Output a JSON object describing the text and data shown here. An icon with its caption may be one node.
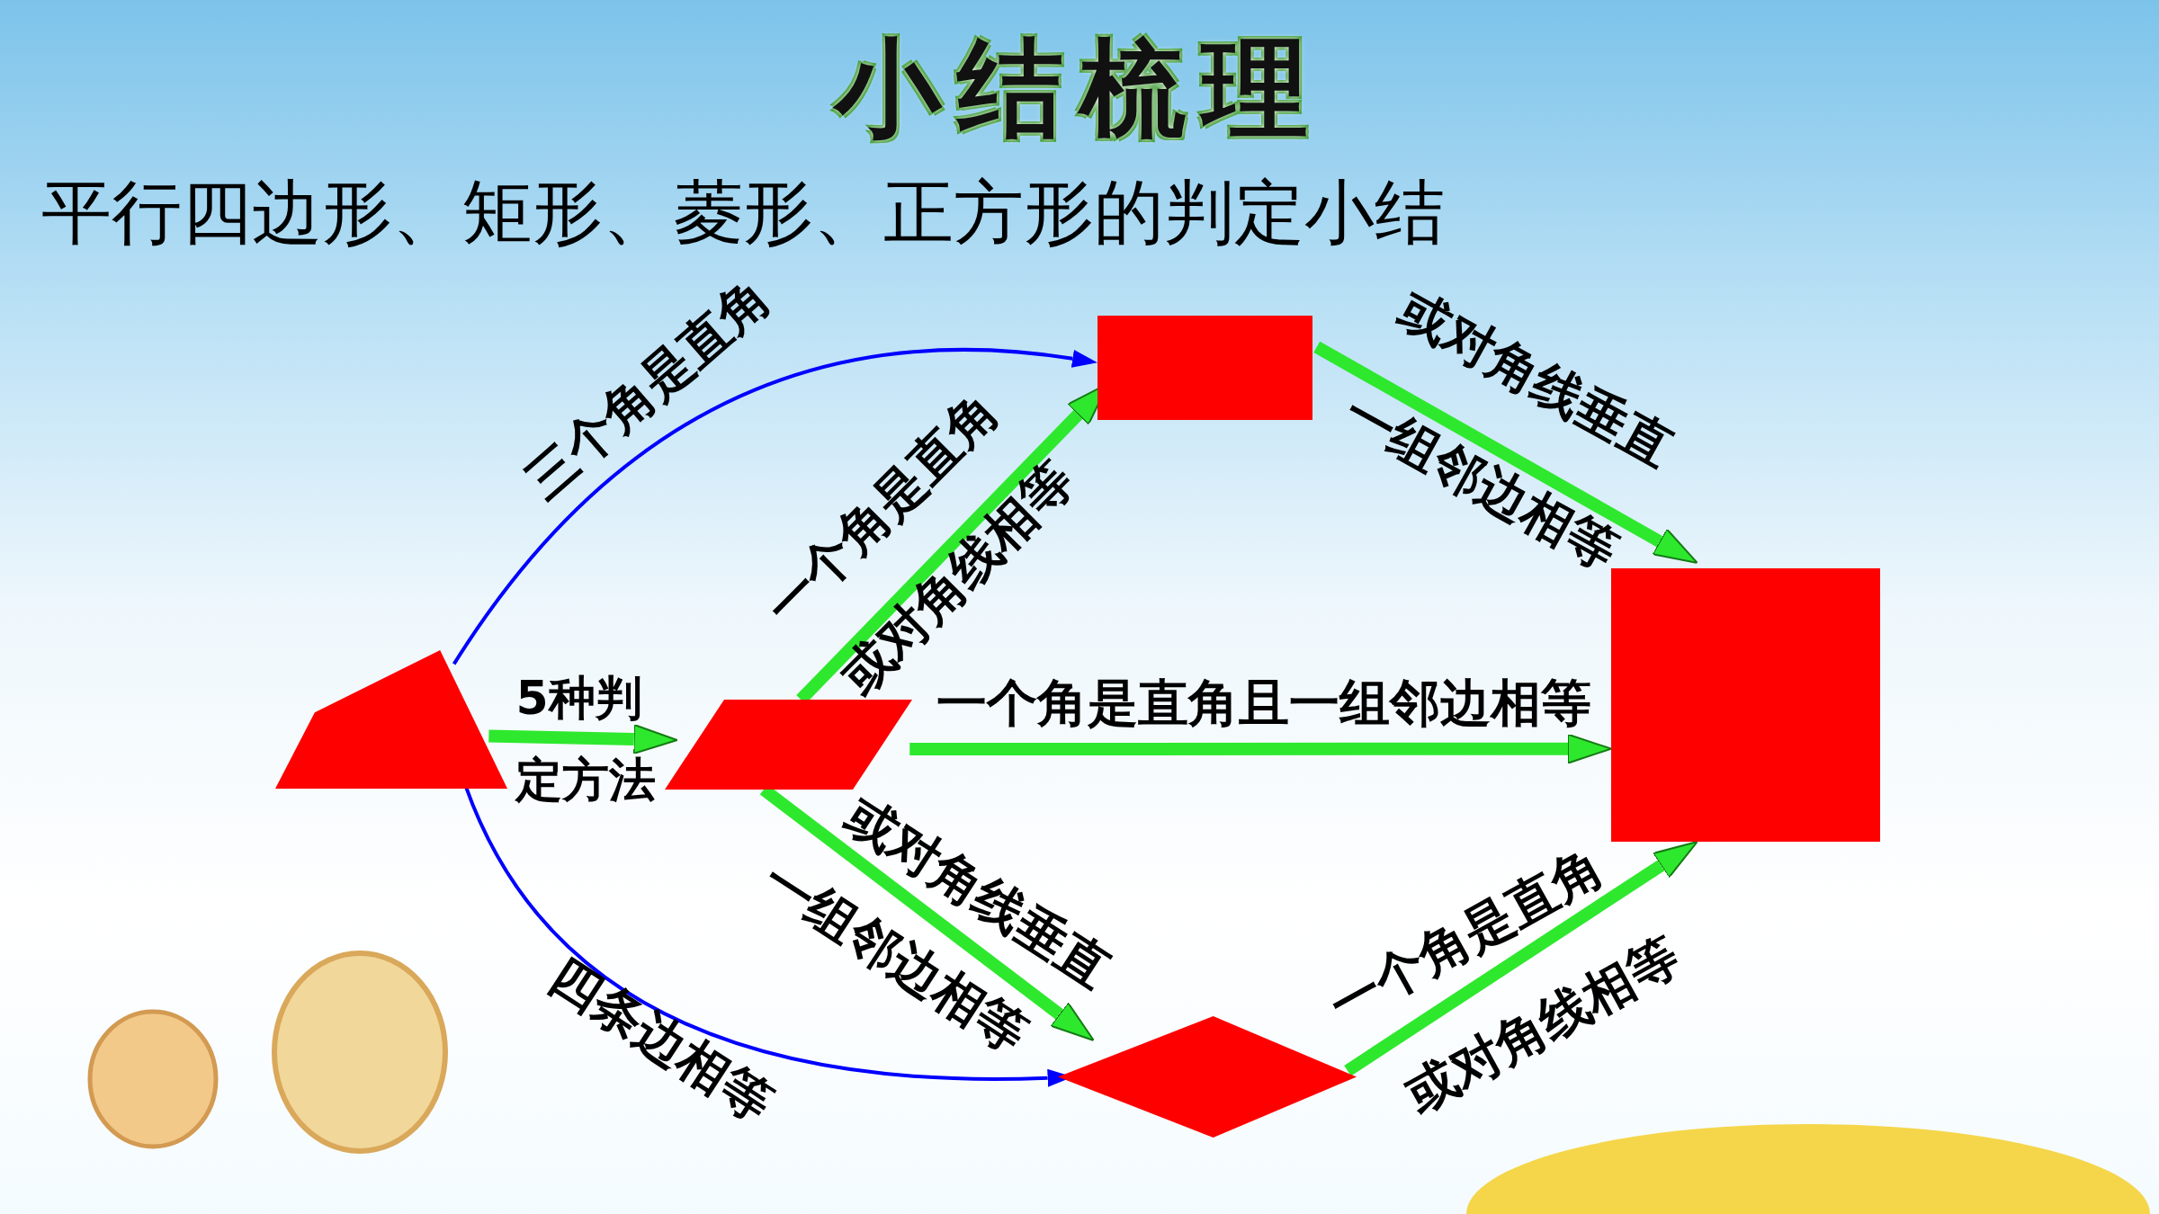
{
  "diagram": {
    "title": "小结梳理",
    "nodes": [
      {
        "text": [],
        "shape": "trapezoid"
      },
      {
        "text": [],
        "shape": "parallelogram"
      },
      {
        "text": [],
        "shape": "box"
      },
      {
        "text": [],
        "shape": "box"
      },
      {
        "text": [],
        "shape": "diamond"
      }
    ],
    "edges": [
      {
        "from": 0,
        "to": 1,
        "arrow": "to",
        "label": "5种判定方法"
      },
      {
        "from": 0,
        "to": 2,
        "arrow": "to",
        "label": "三个角是直角",
        "color": "#0000ff"
      },
      {
        "from": 0,
        "to": 4,
        "arrow": "to",
        "label": "四条边相等",
        "color": "#0000ff"
      },
      {
        "from": 1,
        "to": 2,
        "arrow": "to",
        "label": "一个角是直角"
      },
      {
        "from": 1,
        "to": 3,
        "arrow": "to",
        "label": "一个角是直角且一组邻边相等"
      },
      {
        "from": 1,
        "to": 4,
        "arrow": "to",
        "label": "或对角线垂直"
      },
      {
        "from": 2,
        "to": 3,
        "arrow": "to",
        "label": "或对角线垂直"
      },
      {
        "from": 4,
        "to": 3,
        "arrow": "to",
        "label": "一个角是直角"
      }
    ],
    "labels": [
      "平行四边形、矩形、菱形、正方形的判定小结",
      "一组邻边相等",
      "或对角线相等",
      "一组邻边相等",
      "或对角线相等"
    ]
  }
}
